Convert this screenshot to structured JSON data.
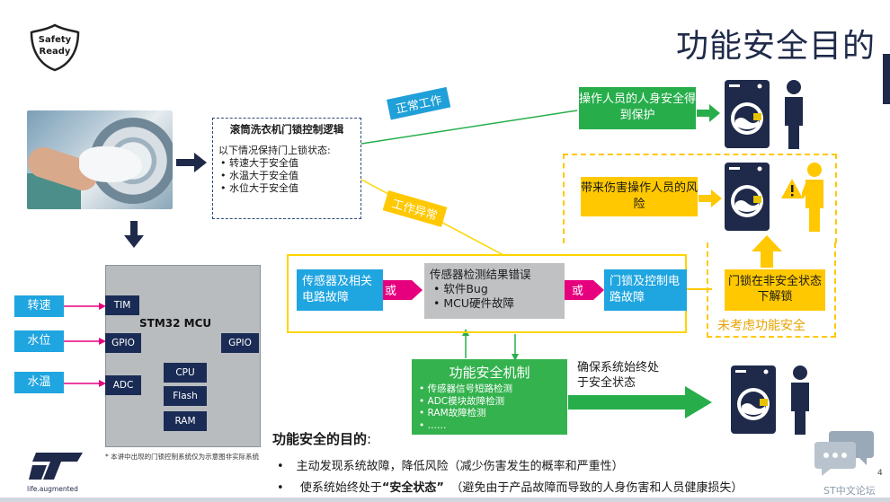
{
  "page": {
    "title": "功能安全目的",
    "page_number": "4",
    "footer": "ST中文论坛",
    "badge_line1": "Safety",
    "badge_line2": "Ready",
    "tagline": "life.augmented",
    "note": "* 本讲中出现的门锁控制系统仅为示意图非实际系统"
  },
  "logic": {
    "title": "滚筒洗衣机门锁控制逻辑",
    "intro": "以下情况保持门上锁状态:",
    "items": [
      "转速大于安全值",
      "水温大于安全值",
      "水位大于安全值"
    ]
  },
  "flows": {
    "normal": "正常工作",
    "fault": "工作异常"
  },
  "outcomes": {
    "safe": "操作人员的人身安全得到保护",
    "harm": "带来伤害操作人员的风险",
    "unlock": "门锁在非安全状态下解锁",
    "not_considered": "未考虑功能安全"
  },
  "mcu": {
    "label": "STM32 MCU",
    "blocks": [
      "TIM",
      "GPIO",
      "ADC",
      "CPU",
      "Flash",
      "RAM",
      "GPIO"
    ]
  },
  "inputs": [
    "转速",
    "水位",
    "水温"
  ],
  "faults": {
    "sensor": "传感器及相关电路故障",
    "or": "或",
    "detect_title": "传感器检测结果错误",
    "detect_items": [
      "软件Bug",
      "MCU硬件故障"
    ],
    "lock": "门锁及控制电路故障"
  },
  "mechanism": {
    "title": "功能安全机制",
    "items": [
      "传感器信号短路检测",
      "ADC模块故障检测",
      "RAM故障检测",
      "……"
    ],
    "note": "确保系统始终处于安全状态"
  },
  "purpose": {
    "title": "功能安全的目的",
    "colon": ":",
    "bullet1": "主动发现系统故障，降低风险（减少伤害发生的概率和严重性）",
    "bullet2_pre": "使系统始终处于",
    "bullet2_key": "“安全状态”",
    "bullet2_post": "（避免由于产品故障而导致的人身伤害和人员健康损失）"
  },
  "colors": {
    "navy": "#1f2a4a",
    "blue": "#1fa5e0",
    "green": "#27ae4b",
    "yellow": "#ffc800",
    "magenta": "#e6007e"
  }
}
